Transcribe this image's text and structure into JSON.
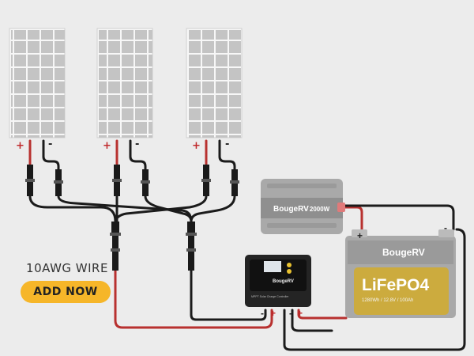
{
  "panels": [
    {
      "plus": "+",
      "minus": "-"
    },
    {
      "plus": "+",
      "minus": "-"
    },
    {
      "plus": "+",
      "minus": "-"
    }
  ],
  "inverter": {
    "brand": "BougeRV",
    "model": "- 2000W"
  },
  "controller": {
    "brand": "BougeRV",
    "label": "MPPT Solar Charge Controller",
    "minus": "-",
    "plus": "+"
  },
  "battery": {
    "brand": "BougeRV",
    "chemistry": "LiFePO4",
    "specs": "1280Wh / 12.8V / 100Ah",
    "minus_top": "-",
    "plus_top": "+",
    "minus_bottom": "-",
    "plus_bottom": "+"
  },
  "wire": {
    "label": "10AWG WIRE"
  },
  "cta": {
    "label": "ADD NOW"
  },
  "colors": {
    "positive": "#b8312f",
    "negative": "#1b1b1b",
    "accent": "#f6b629"
  }
}
